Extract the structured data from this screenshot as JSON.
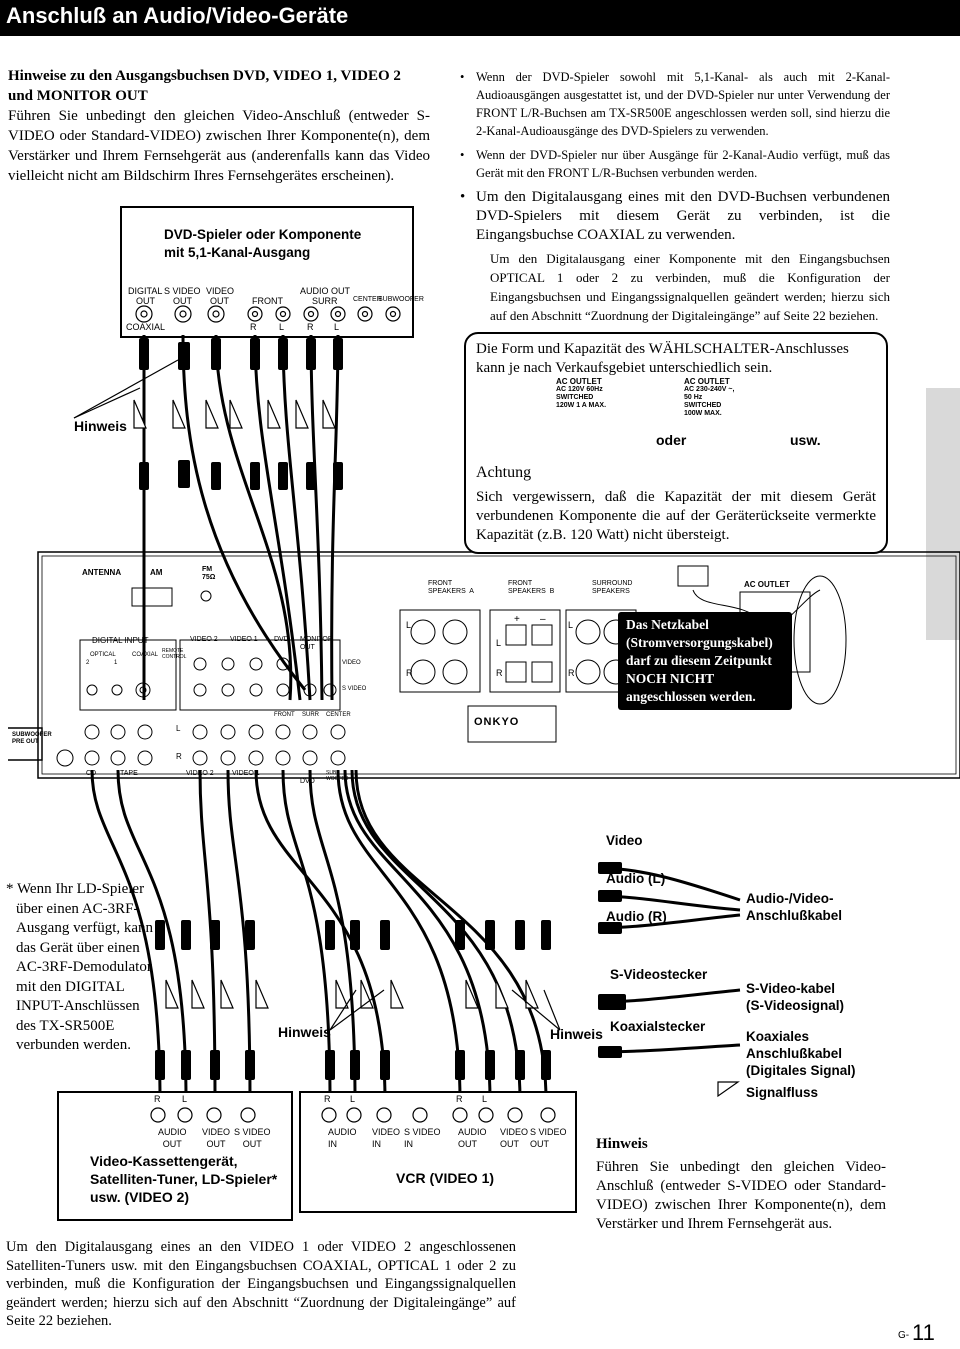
{
  "header": {
    "title": "Anschluß an Audio/Video-Geräte"
  },
  "intro": {
    "heading": "Hinweise zu den Ausgangsbuchsen DVD, VIDEO 1, VIDEO 2 und MONITOR OUT",
    "body": "Führen Sie unbedingt den gleichen Video-Anschluß (entweder S-VIDEO oder Standard-VIDEO) zwischen Ihrer Komponente(n), dem Verstärker und Ihrem Fernsehgerät aus (anderenfalls kann das Video vielleicht nicht am Bildschirm Ihres Fernsehgerätes erscheinen)."
  },
  "right_notes": {
    "bullet1": "Wenn der DVD-Spieler sowohl mit 5,1-Kanal- als auch mit 2-Kanal-Audioausgängen ausgestattet ist, und der DVD-Spieler nur unter Verwendung der FRONT L/R-Buchsen am TX-SR500E angeschlossen werden soll, sind hierzu die 2-Kanal-Audioausgänge des DVD-Spielers zu verwenden.",
    "bullet2": "Wenn der DVD-Spieler nur über Ausgänge für 2-Kanal-Audio verfügt, muß das Gerät mit den FRONT L/R-Buchsen verbunden werden.",
    "bullet3": "Um den Digitalausgang eines mit den DVD-Buchsen verbundenen DVD-Spielers mit diesem Gerät zu verbinden, ist die Eingangsbuchse COAXIAL zu verwenden.",
    "bullet3_extra": "Um den Digitalausgang einer Komponente mit den Eingangsbuchsen OPTICAL 1 oder 2 zu verbinden, muß die Konfiguration der Eingangsbuchsen und Eingangssignalquellen geändert werden; hierzu sich auf den Abschnitt “Zuordnung der Digitaleingänge” auf Seite 22 beziehen."
  },
  "dvd_player": {
    "title_line1": "DVD-Spieler oder Komponente",
    "title_line2": "mit 5,1-Kanal-Ausgang",
    "digital_out": "DIGITAL",
    "s_video_out": "S VIDEO",
    "video_out": "VIDEO",
    "out": "OUT",
    "audio_out": "AUDIO OUT",
    "front": "FRONT",
    "surr": "SURR",
    "center": "CENTER",
    "subwoofer": "SUBWOOFER",
    "coaxial": "COAXIAL",
    "r": "R",
    "l": "L"
  },
  "hinweis_left": "Hinweis",
  "outlet_box": {
    "text": "Die Form und Kapazität des WÄHLSCHALTER-Anschlusses kann je nach Verkaufsgebiet unterschiedlich sein.",
    "outlet1_title": "AC OUTLET",
    "outlet1_spec1": "AC 120V  60Hz",
    "outlet1_spec2": "SWITCHED",
    "outlet1_spec3": "120W  1 A  MAX.",
    "outlet2_title": "AC OUTLET",
    "outlet2_spec1": "AC 230-240V ~,",
    "outlet2_spec2": "50 Hz",
    "outlet2_spec3": "SWITCHED",
    "outlet2_spec4": "100W MAX.",
    "oder": "oder",
    "usw": "usw.",
    "caution_title": "Achtung",
    "caution_text": "Sich vergewissern, daß die Kapazität der mit diesem Gerät verbundenen Komponente die auf der Geräterückseite vermerkte Kapazität (z.B. 120 Watt) nicht übersteigt."
  },
  "receiver": {
    "antenna": "ANTENNA",
    "am": "AM",
    "fm": "FM",
    "fm_ohm": "75Ω",
    "front_speakers_a": "FRONT\nSPEAKERS  A",
    "front_speakers_b": "FRONT\nSPEAKERS  B",
    "surround_speakers": "SURROUND\nSPEAKERS",
    "ac_outlet": "AC OUTLET",
    "digital_input": "DIGITAL INPUT",
    "optical": "OPTICAL",
    "coaxial": "COAXIAL",
    "remote_control": "REMOTE\nCONTROL",
    "video2": "VIDEO 2",
    "video1": "VIDEO 1",
    "dvd": "DVD",
    "monitor_out": "MONITOR\nOUT",
    "video": "VIDEO",
    "s_video": "S VIDEO",
    "in": "IN",
    "out": "OUT",
    "front": "FRONT",
    "surr": "SURR",
    "center": "CENTER",
    "subwoofer_pre_out": "SUBWOOFER\nPRE OUT",
    "sub_woofer": "SUB\nWOOFER",
    "cd": "CD",
    "tape": "TAPE",
    "video2_label": "VIDEO 2",
    "video1_label": "VIDEO 1",
    "l": "L",
    "r": "R",
    "plus": "+",
    "minus": "–",
    "two": "2",
    "one": "1",
    "brand": "ONKYO"
  },
  "power_callout": "Das Netzkabel (Stromversorgungskabel) darf zu diesem Zeitpunkt NOCH NICHT angeschlossen werden.",
  "footnote": "*  Wenn Ihr LD-Spieler über einen AC-3RF-Ausgang verfügt, kann das Gerät über einen AC-3RF-Demodulator mit den DIGITAL INPUT-Anschlüssen des TX-SR500E verbunden werden.",
  "hinweis_mid": "Hinweis",
  "hinweis_right": "Hinweis",
  "device_video2": {
    "r": "R",
    "l": "L",
    "audio_out": "AUDIO\nOUT",
    "video_out": "VIDEO\nOUT",
    "s_video_out": "S VIDEO\nOUT",
    "name": "Video-Kassettengerät, Satelliten-Tuner, LD-Spieler* usw. (VIDEO 2)"
  },
  "device_vcr": {
    "r": "R",
    "l": "L",
    "audio_in": "AUDIO\nIN",
    "video_in": "VIDEO\nIN",
    "s_video_in": "S VIDEO\nIN",
    "audio_out": "AUDIO\nOUT",
    "video_out": "VIDEO\nOUT",
    "s_video_out": "S VIDEO\nOUT",
    "name": "VCR (VIDEO 1)"
  },
  "legend": {
    "video": "Video",
    "audio_l": "Audio (L)",
    "audio_r": "Audio (R)",
    "av_cable": "Audio-/Video-\nAnschlußkabel",
    "s_video_plug": "S-Videostecker",
    "s_video_cable": "S-Video-kabel\n(S-Videosignal)",
    "coax_plug": "Koaxialstecker",
    "coax_cable": "Koaxiales\nAnschlußkabel\n(Digitales Signal)",
    "signal_flow": "Signalfluss"
  },
  "hinweis_bottom": {
    "title": "Hinweis",
    "text": "Führen Sie unbedingt den gleichen Video-Anschluß (entweder S-VIDEO oder Standard-VIDEO) zwischen Ihrer Komponente(n), dem Verstärker und Ihrem Fernsehgerät aus."
  },
  "bottom_text": "Um den Digitalausgang eines an den VIDEO 1 oder VIDEO 2 angeschlossenen Satelliten-Tuners usw. mit den Eingangsbuchsen COAXIAL, OPTICAL 1 oder 2 zu verbinden, muß die Konfiguration der Eingangsbuchsen und Eingangssignalquellen geändert werden; hierzu sich auf den Abschnitt “Zuordnung der Digitaleingänge” auf Seite 22 beziehen.",
  "page_number": {
    "prefix": "G-",
    "number": "11"
  }
}
